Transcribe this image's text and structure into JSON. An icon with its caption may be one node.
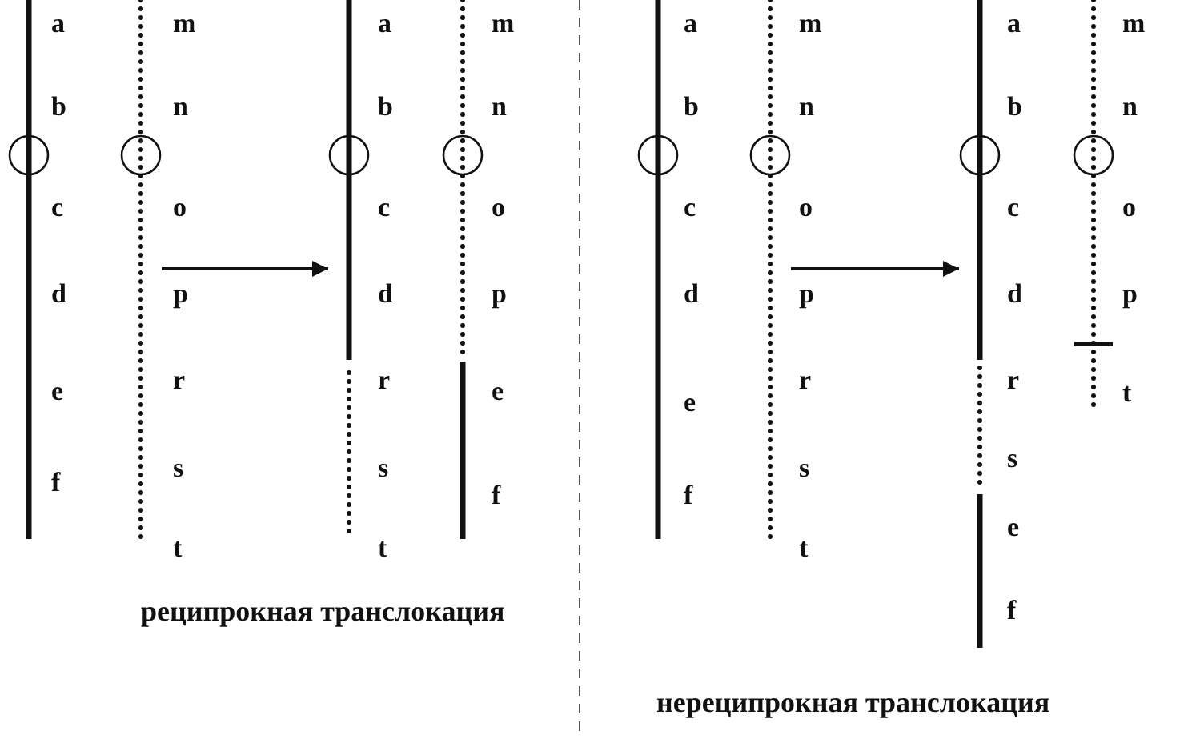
{
  "diagram": {
    "nodes": [
      {
        "text": [],
        "shape": "bar",
        "beside": [
          "a",
          "b",
          "c",
          "d",
          "e",
          "f"
        ]
      },
      {
        "text": [],
        "shape": "bar",
        "beside": [
          "m",
          "n",
          "o",
          "p",
          "r",
          "s",
          "t"
        ]
      },
      {
        "text": [],
        "shape": "bar",
        "beside": [
          "a",
          "b",
          "c",
          "d",
          "r",
          "s",
          "t"
        ]
      },
      {
        "text": [],
        "shape": "bar",
        "beside": [
          "m",
          "n",
          "o",
          "p",
          "e",
          "f"
        ]
      },
      {
        "text": [],
        "shape": "bar",
        "beside": [
          "a",
          "b",
          "c",
          "d",
          "e",
          "f"
        ]
      },
      {
        "text": [],
        "shape": "bar",
        "beside": [
          "m",
          "n",
          "o",
          "p",
          "r",
          "s",
          "t"
        ]
      },
      {
        "text": [],
        "shape": "bar",
        "beside": [
          "a",
          "b",
          "c",
          "d",
          "r",
          "s",
          "e",
          "f"
        ]
      },
      {
        "text": [],
        "shape": "bar",
        "beside": [
          "m",
          "n",
          "o",
          "p",
          "t"
        ]
      }
    ],
    "edges": [
      {
        "from": 1,
        "to": 2,
        "arrow": "to"
      },
      {
        "from": 5,
        "to": 6,
        "arrow": "to"
      }
    ],
    "labels": [
      "реципрокная транслокация",
      "нереципрокная транслокация"
    ]
  }
}
